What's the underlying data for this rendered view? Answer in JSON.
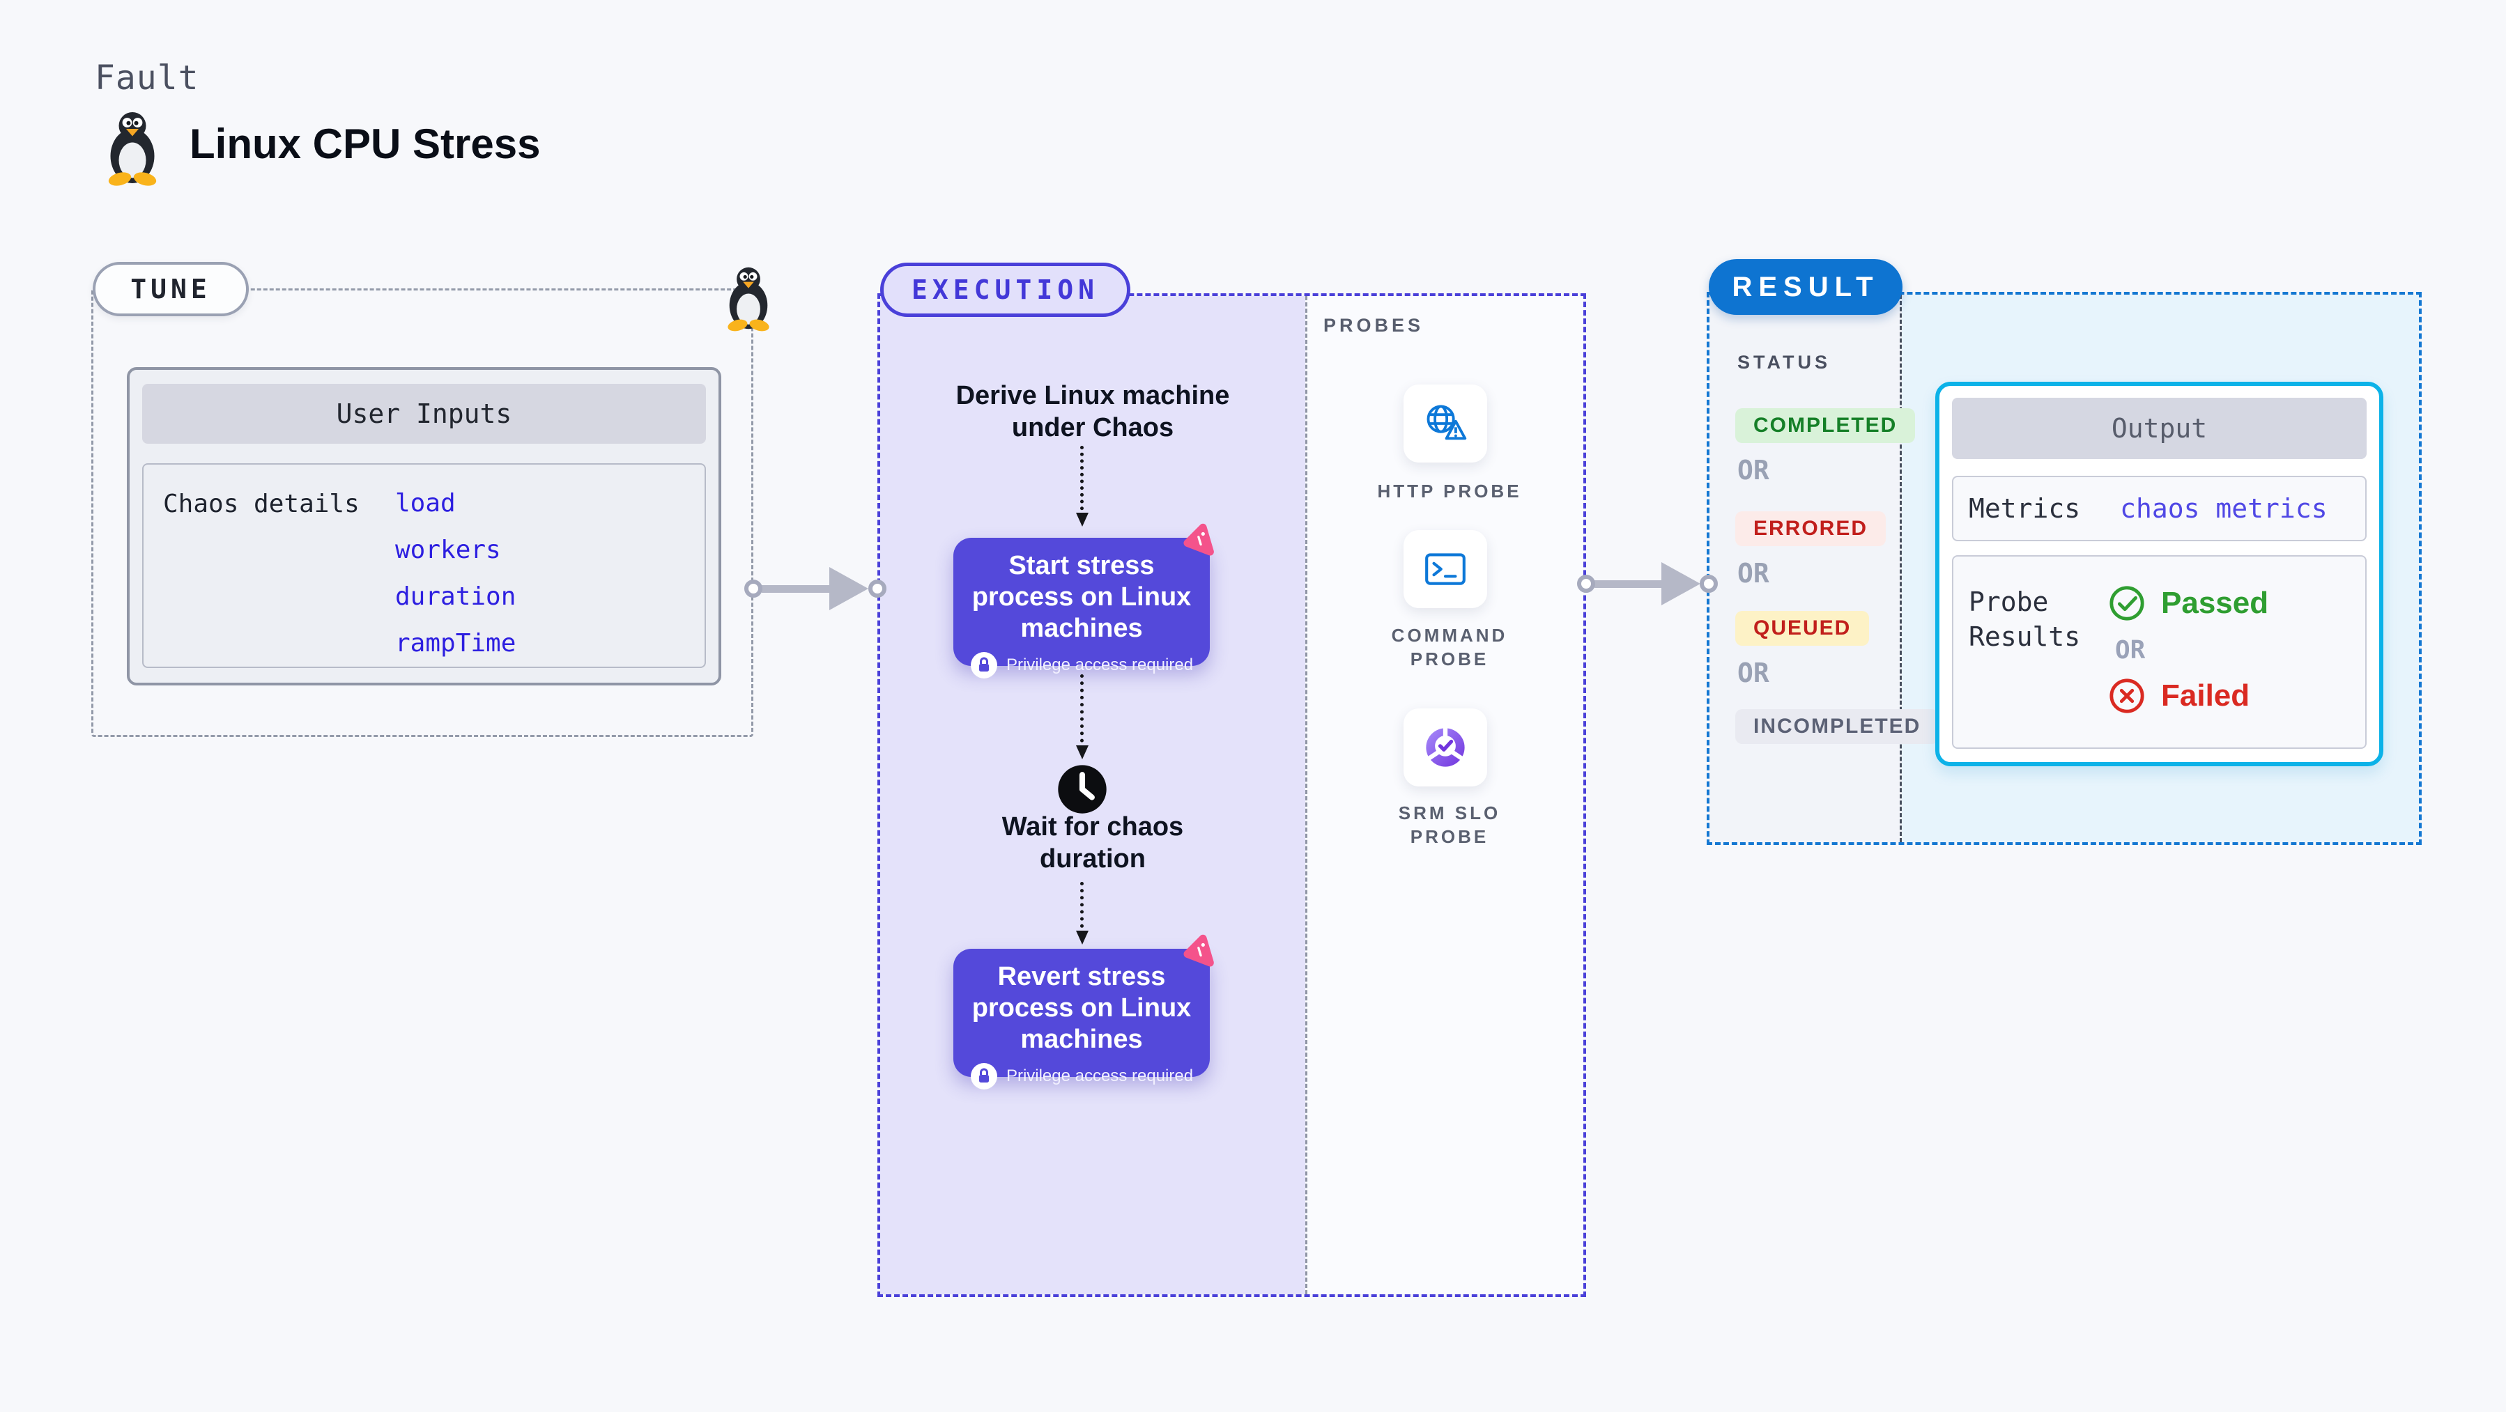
{
  "header": {
    "kicker": "Fault",
    "title": "Linux CPU Stress",
    "penguin_icon": "linux-tux-penguin"
  },
  "tune": {
    "badge": "TUNE",
    "card_title": "User Inputs",
    "row_label": "Chaos details",
    "params": [
      "load",
      "workers",
      "duration",
      "rampTime"
    ]
  },
  "execution": {
    "badge": "EXECUTION",
    "derive_lines": [
      "Derive Linux machine",
      "under Chaos"
    ],
    "start_step": {
      "lines": [
        "Start stress",
        "process on Linux",
        "machines"
      ],
      "note": "Privilege access required"
    },
    "wait_lines": [
      "Wait for chaos",
      "duration"
    ],
    "revert_step": {
      "lines": [
        "Revert stress",
        "process on Linux",
        "machines"
      ],
      "note": "Privilege access required"
    }
  },
  "probes": {
    "label": "PROBES",
    "items": [
      {
        "icon": "globe-alert",
        "lines": [
          "HTTP PROBE",
          ""
        ]
      },
      {
        "icon": "terminal",
        "lines": [
          "COMMAND",
          "PROBE"
        ]
      },
      {
        "icon": "slo-donut",
        "lines": [
          "SRM SLO",
          "PROBE"
        ]
      }
    ]
  },
  "result": {
    "badge": "RESULT",
    "status_label": "STATUS",
    "or_label": "OR",
    "statuses": [
      "COMPLETED",
      "ERRORED",
      "QUEUED",
      "INCOMPLETED"
    ],
    "output": {
      "title": "Output",
      "metrics_label": "Metrics",
      "metrics_value": "chaos metrics",
      "probe_results_label": "Probe Results",
      "passed_label": "Passed",
      "failed_label": "Failed",
      "or_label": "OR"
    }
  },
  "colors": {
    "execution_accent": "#4a40d9",
    "step_fill": "#5449da",
    "result_accent": "#0e74d1",
    "output_border": "#0cb2e8",
    "link_blue": "#2d1fe0",
    "passed_green": "#2f9e31",
    "failed_red": "#da2a22",
    "pink_badge": "#f4538b"
  }
}
